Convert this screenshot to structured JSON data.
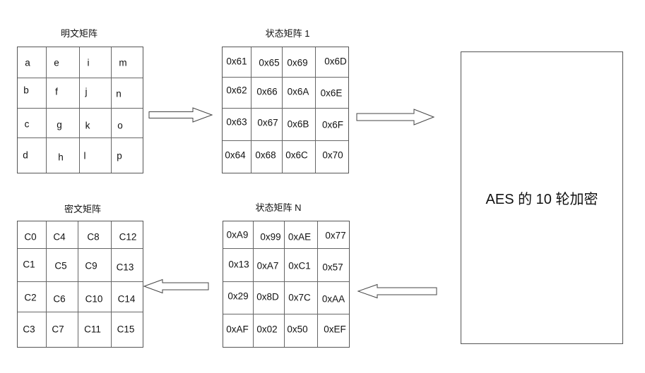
{
  "plaintext": {
    "title": "明文矩阵",
    "rows": [
      [
        "a",
        "e",
        "i",
        "m"
      ],
      [
        "b",
        "f",
        "j",
        "n"
      ],
      [
        "c",
        "g",
        "k",
        "o"
      ],
      [
        "d",
        "h",
        "l",
        "p"
      ]
    ]
  },
  "state1": {
    "title": "状态矩阵 1",
    "rows": [
      [
        "0x61",
        "0x65",
        "0x69",
        "0x6D"
      ],
      [
        "0x62",
        "0x66",
        "0x6A",
        "0x6E"
      ],
      [
        "0x63",
        "0x67",
        "0x6B",
        "0x6F"
      ],
      [
        "0x64",
        "0x68",
        "0x6C",
        "0x70"
      ]
    ]
  },
  "aes_box": {
    "label": "AES 的 10 轮加密"
  },
  "stateN": {
    "title": "状态矩阵 N",
    "rows": [
      [
        "0xA9",
        "0x99",
        "0xAE",
        "0x77"
      ],
      [
        "0x13",
        "0xA7",
        "0xC1",
        "0x57"
      ],
      [
        "0x29",
        "0x8D",
        "0x7C",
        "0xAA"
      ],
      [
        "0xAF",
        "0x02",
        "0x50",
        "0xEF"
      ]
    ]
  },
  "ciphertext": {
    "title": "密文矩阵",
    "rows": [
      [
        "C0",
        "C4",
        "C8",
        "C12"
      ],
      [
        "C1",
        "C5",
        "C9",
        "C13"
      ],
      [
        "C2",
        "C6",
        "C10",
        "C14"
      ],
      [
        "C3",
        "C7",
        "C11",
        "C15"
      ]
    ]
  }
}
